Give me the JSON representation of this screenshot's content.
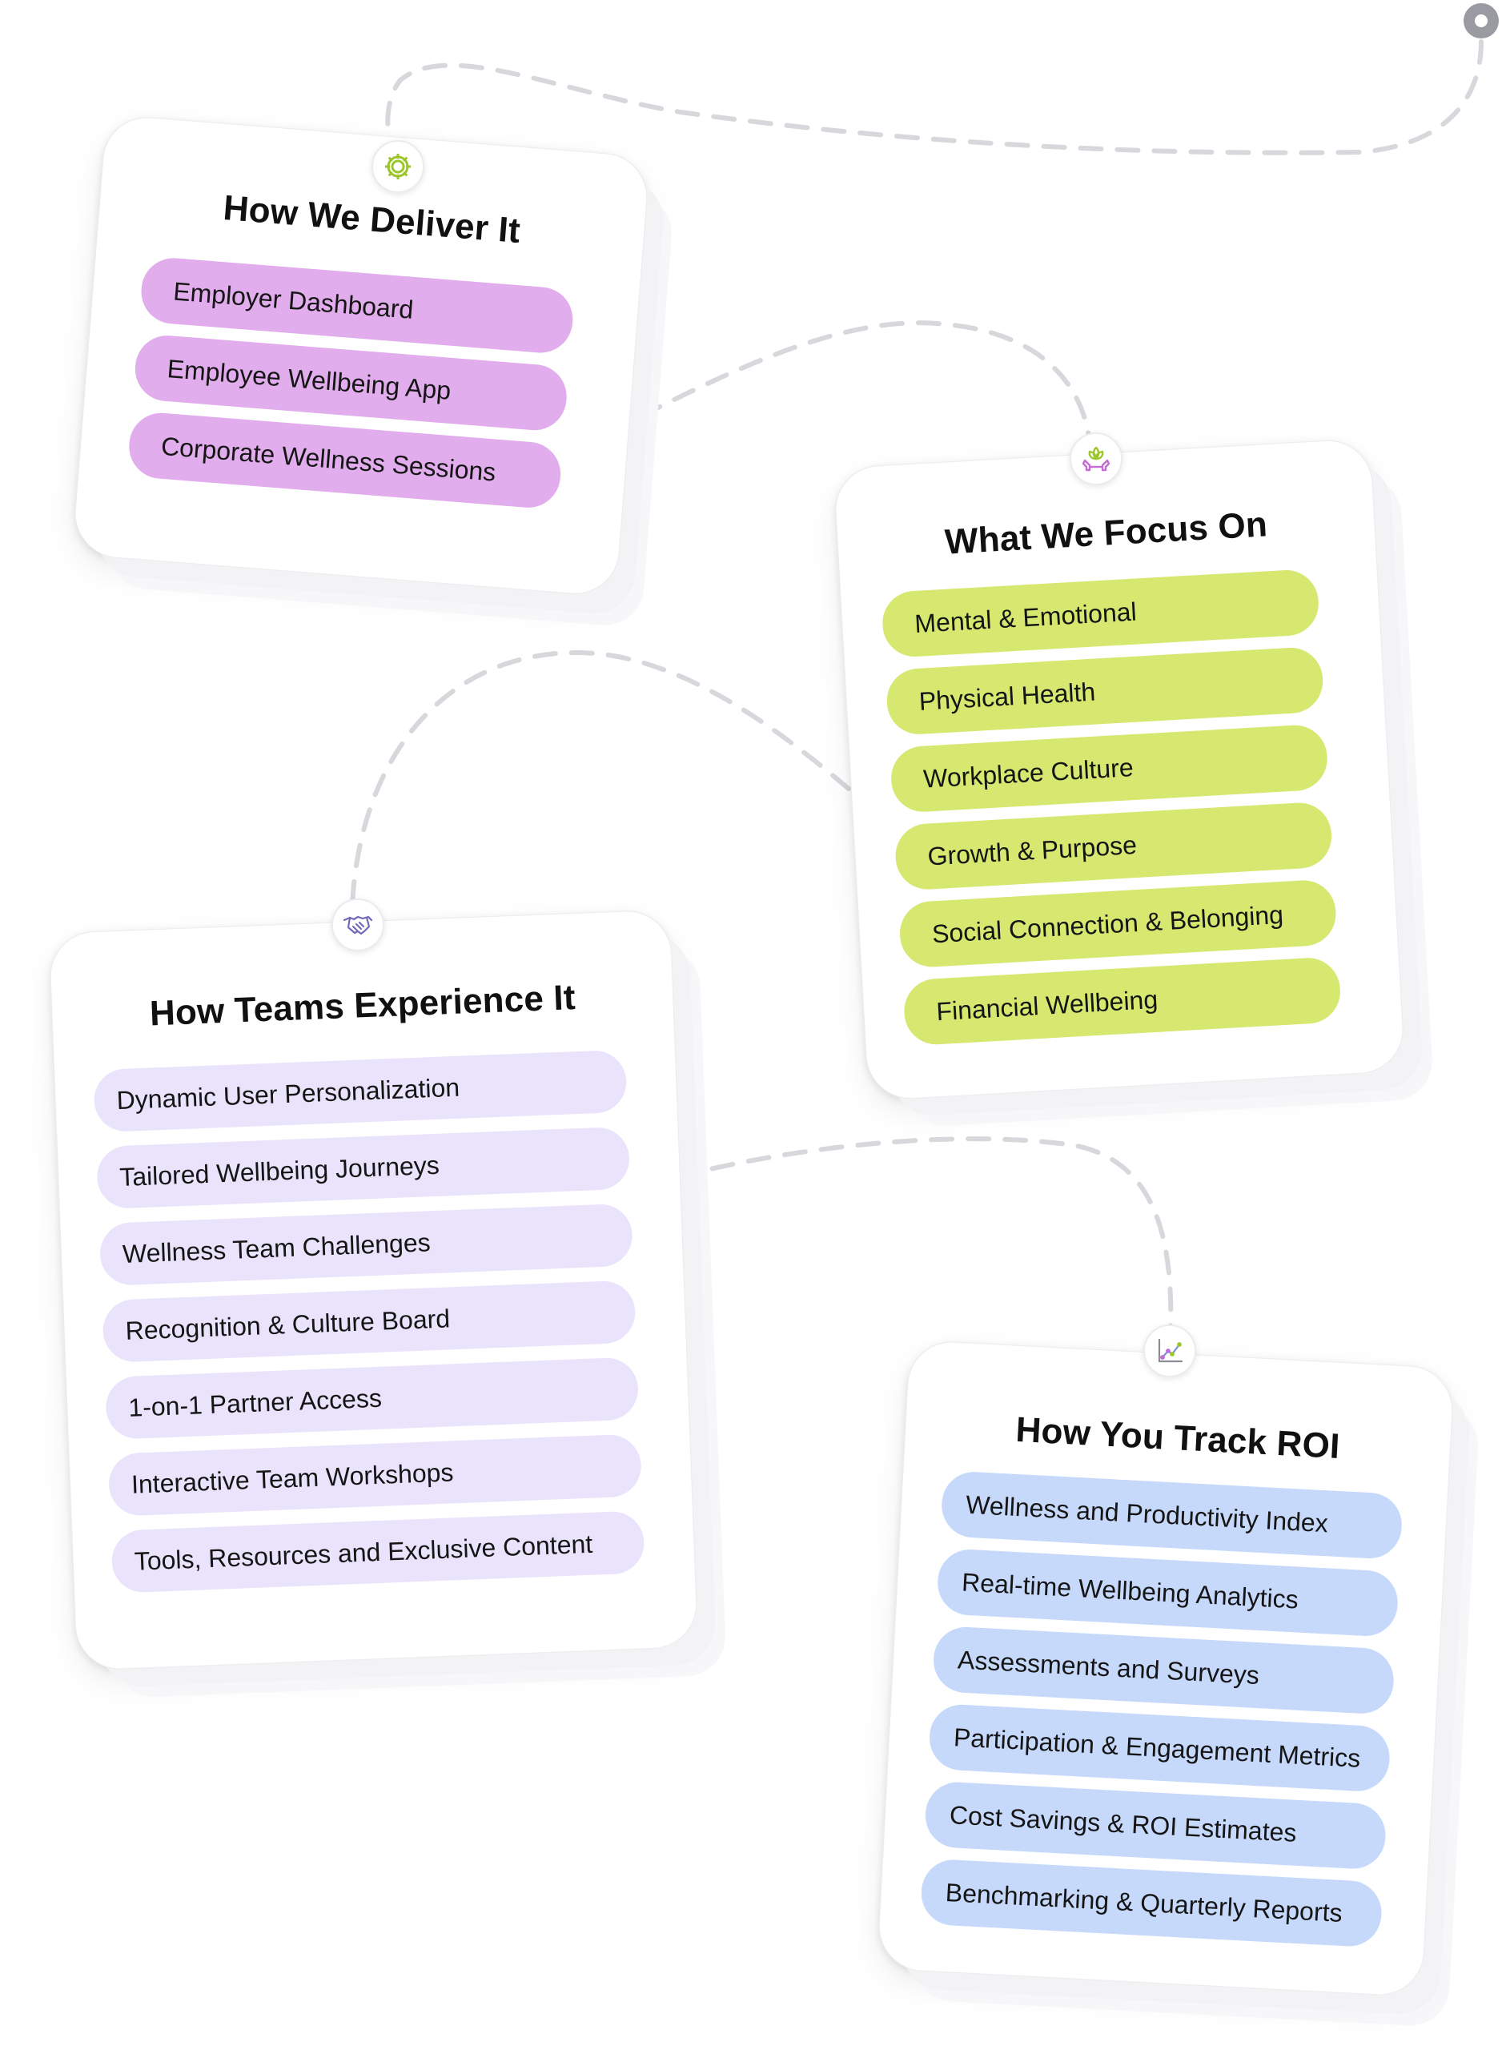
{
  "colors": {
    "deliver": "#e1adec",
    "focus": "#d6e86f",
    "experience": "#e9e3fb",
    "track": "#c6d9fb",
    "connector": "#d7d7dc"
  },
  "cards": {
    "deliver": {
      "title": "How We Deliver It",
      "icon": "gear-icon",
      "items": [
        "Employer Dashboard",
        "Employee Wellbeing App",
        "Corporate Wellness Sessions"
      ]
    },
    "focus": {
      "title": "What We Focus On",
      "icon": "lotus-hands-icon",
      "items": [
        "Mental & Emotional",
        "Physical Health",
        "Workplace Culture",
        "Growth & Purpose",
        "Social Connection & Belonging",
        "Financial Wellbeing"
      ]
    },
    "experience": {
      "title": "How Teams Experience It",
      "icon": "handshake-icon",
      "items": [
        "Dynamic User Personalization",
        "Tailored Wellbeing Journeys",
        "Wellness Team Challenges",
        "Recognition & Culture Board",
        "1-on-1 Partner Access",
        "Interactive Team Workshops",
        "Tools, Resources and Exclusive Content"
      ]
    },
    "track": {
      "title": "How You Track ROI",
      "icon": "line-chart-icon",
      "items": [
        "Wellness and Productivity Index",
        "Real-time Wellbeing Analytics",
        "Assessments and Surveys",
        "Participation & Engagement Metrics",
        "Cost Savings & ROI Estimates",
        "Benchmarking & Quarterly Reports"
      ]
    }
  }
}
